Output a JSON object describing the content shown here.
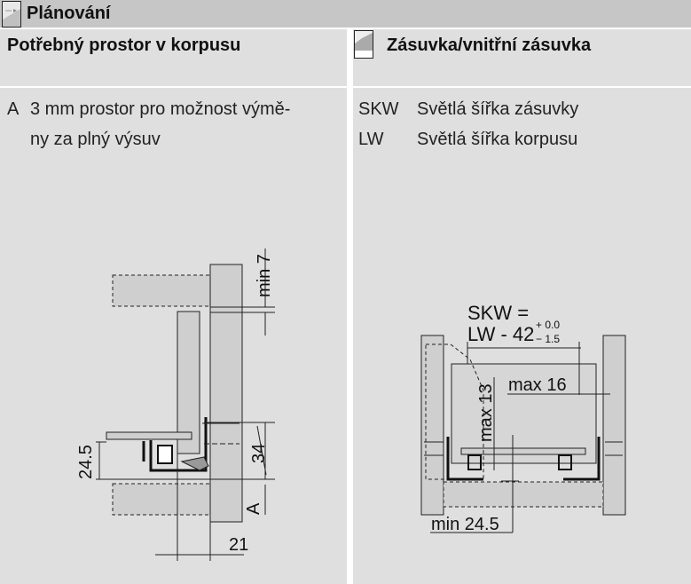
{
  "header": {
    "title": "Plánování",
    "icon": "planning-icon"
  },
  "left": {
    "title": "Potřebný prostor v korpusu",
    "note_key": "A",
    "note_line1": "3 mm prostor pro možnost výmě-",
    "note_line2": "ny za plný výsuv",
    "drawing": {
      "dim_min7": "min 7",
      "dim_34": "34",
      "dim_24_5": "24.5",
      "dim_A": "A",
      "dim_21": "21"
    }
  },
  "right": {
    "title": "Zásuvka/vnitřní zásuvka",
    "icon": "drawer-icon",
    "legend": [
      {
        "key": "SKW",
        "desc": "Světlá šířka zásuvky"
      },
      {
        "key": "LW",
        "desc": "Světlá šířka korpusu"
      }
    ],
    "drawing": {
      "formula1": "SKW =",
      "formula2": "LW - 42",
      "tol_plus": "+ 0.0",
      "tol_minus": "− 1.5",
      "dim_max16": "max 16",
      "dim_max13": "max 13",
      "dim_min24_5": "min 24.5"
    }
  }
}
